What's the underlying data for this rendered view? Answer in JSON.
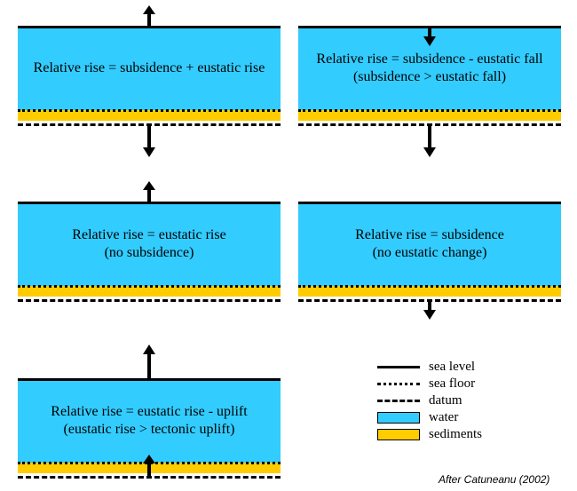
{
  "panels": [
    {
      "id": "p1",
      "line1": "Relative rise = subsidence + eustatic rise",
      "line2": ""
    },
    {
      "id": "p2",
      "line1": "Relative rise = subsidence - eustatic fall",
      "line2": "(subsidence > eustatic fall)"
    },
    {
      "id": "p3",
      "line1": "Relative rise = eustatic rise",
      "line2": "(no subsidence)"
    },
    {
      "id": "p4",
      "line1": "Relative rise = subsidence",
      "line2": "(no eustatic change)"
    },
    {
      "id": "p5",
      "line1": "Relative rise = eustatic rise - uplift",
      "line2": "(eustatic rise > tectonic uplift)"
    }
  ],
  "legend": {
    "sea_level": "sea level",
    "sea_floor": "sea floor",
    "datum": "datum",
    "water": "water",
    "sediments": "sediments"
  },
  "colors": {
    "water": "#33ccff",
    "sediments": "#ffcc00"
  },
  "credit": "After Catuneanu (2002)"
}
